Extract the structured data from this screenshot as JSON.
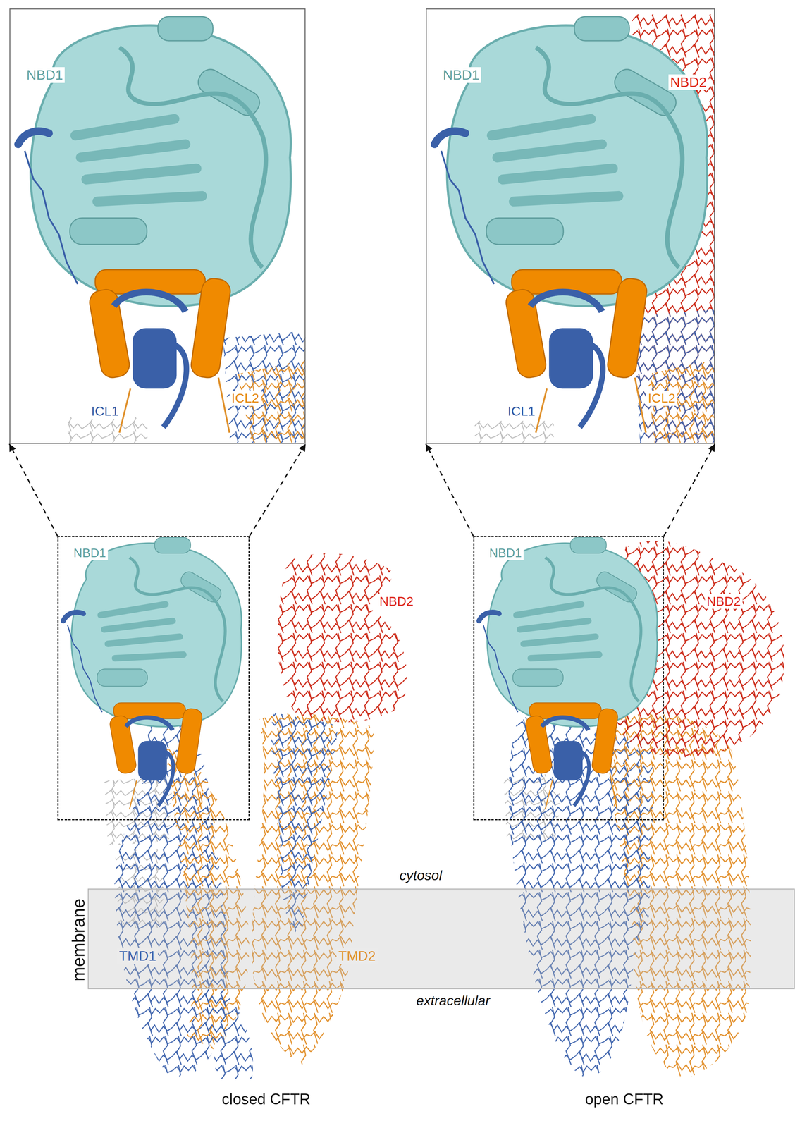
{
  "diagram": {
    "nodes": [
      {
        "text": [
          "NBD1",
          "ICL1",
          "ICL2"
        ]
      },
      {
        "text": [
          "NBD1",
          "NBD2",
          "ICL1",
          "ICL2"
        ]
      },
      {
        "text": [
          "NBD1"
        ]
      },
      {
        "text": [
          "NBD1"
        ]
      },
      {
        "text": [
          "membrane"
        ]
      }
    ],
    "edges": [
      {
        "from": 2,
        "to": 0,
        "arrow": "to"
      },
      {
        "from": 2,
        "to": 0,
        "arrow": "to"
      },
      {
        "from": 3,
        "to": 1,
        "arrow": "to"
      },
      {
        "from": 3,
        "to": 1,
        "arrow": "to"
      }
    ],
    "labels": [
      "NBD2",
      "NBD2",
      "cytosol",
      "TMD1",
      "TMD2",
      "extracellular",
      "closed CFTR",
      "open CFTR"
    ]
  }
}
